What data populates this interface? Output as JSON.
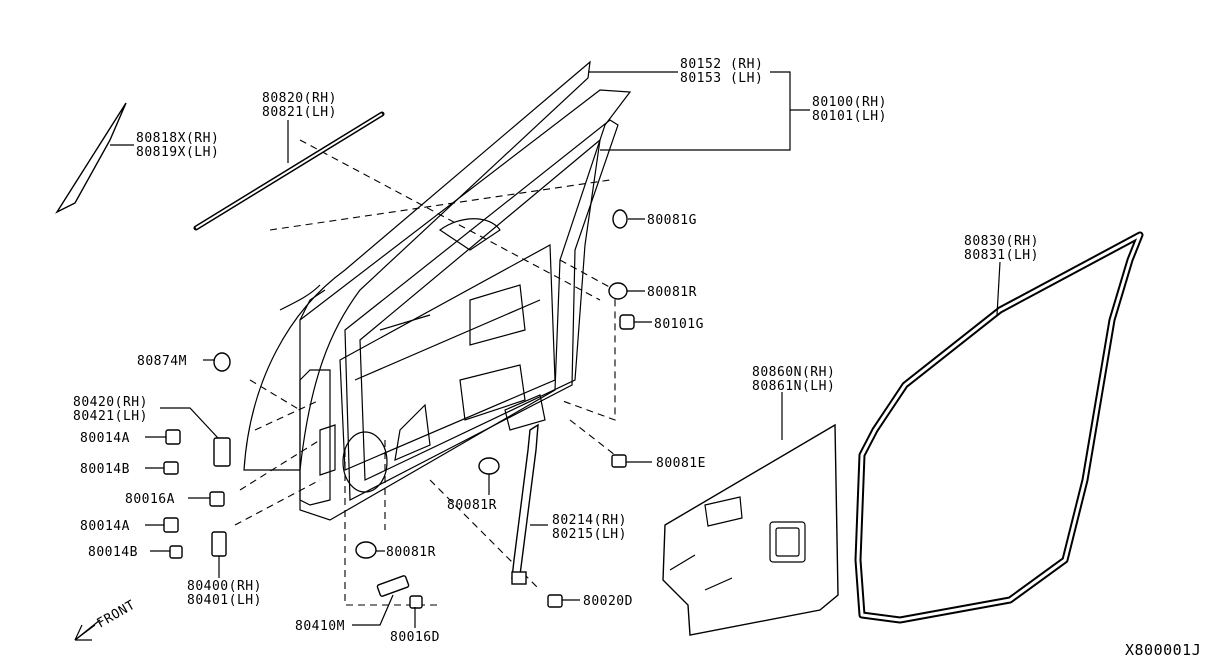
{
  "figure_id": "X800001J",
  "front_label": "FRONT",
  "labels": {
    "window_channel": [
      "80152 (RH)",
      "80153 (LH)"
    ],
    "door_assy": [
      "80100(RH)",
      "80101(LH)"
    ],
    "outer_moulding": [
      "80820(RH)",
      "80821(LH)"
    ],
    "sash_tape": [
      "80818X(RH)",
      "80819X(LH)"
    ],
    "grommet_g": "80081G",
    "plug_r_top": "80081R",
    "clip_101g": "80101G",
    "weatherstrip": [
      "80830(RH)",
      "80831(LH)"
    ],
    "seal_plug": "80874M",
    "sealing_screen": [
      "80860N(RH)",
      "80861N(LH)"
    ],
    "upper_hinge": [
      "80420(RH)",
      "80421(LH)"
    ],
    "bolt_14a_top": "80014A",
    "bolt_14b_top": "80014B",
    "bolt_16a": "80016A",
    "bolt_14a_bottom": "80014A",
    "bolt_14b_bottom": "80014B",
    "plug_r_mid": "80081R",
    "clip_81e": "80081E",
    "check_link": [
      "80214(RH)",
      "80215(LH)"
    ],
    "plug_r_bottom": "80081R",
    "lower_hinge": [
      "80400(RH)",
      "80401(LH)"
    ],
    "bolt_20d": "80020D",
    "check_bolt": "80410M",
    "bolt_16d": "80016D"
  }
}
